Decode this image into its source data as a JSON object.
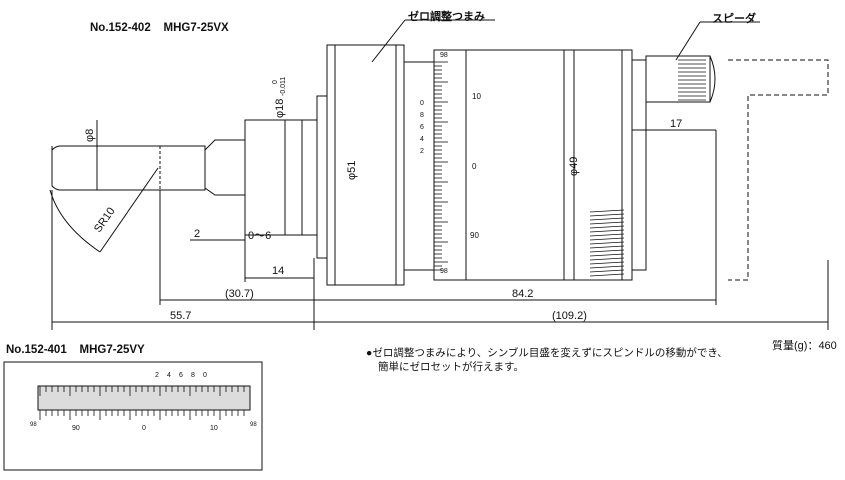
{
  "top_model": {
    "number": "No.152-402",
    "name": "MHG7-25VX"
  },
  "bottom_model": {
    "number": "No.152-401",
    "name": "MHG7-25VY"
  },
  "callouts": {
    "zero_knob": "ゼロ調整つまみ",
    "speeder": "スピーダ"
  },
  "dimensions": {
    "phi8": "φ8",
    "phi18": "φ18",
    "phi18_tol_upper": "0",
    "phi18_tol_lower": "-0.011",
    "phi51": "φ51",
    "phi49": "φ49",
    "sr10": "SR10",
    "d2": "2",
    "range": "0〜6",
    "d14": "14",
    "d30_7": "(30.7)",
    "d84_2": "84.2",
    "d17": "17",
    "d55_7": "55.7",
    "d109_2": "(109.2)"
  },
  "note_lines": [
    "●ゼロ調整つまみにより、シンブル目盛を変えずにスピンドルの移動ができ、",
    "簡単にゼロセットが行えます。"
  ],
  "mass": "質量(g)：460",
  "scale_top": {
    "ticks": [
      "98",
      "10",
      "0",
      "8",
      "6",
      "4",
      "2",
      "0",
      "90",
      "98"
    ]
  },
  "scale_bottom": {
    "upper": [
      "2",
      "4",
      "6",
      "8",
      "0"
    ],
    "lower": [
      "90",
      "0",
      "10"
    ],
    "edge_left": "98",
    "edge_right": "98"
  }
}
